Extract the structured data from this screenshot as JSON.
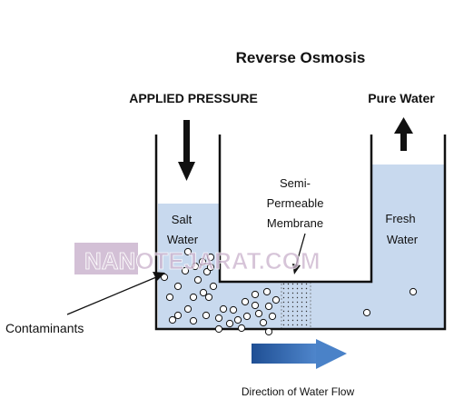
{
  "title": "Reverse Osmosis",
  "labels": {
    "applied_pressure": "APPLIED PRESSURE",
    "pure_water": "Pure Water",
    "salt_water": [
      "Salt",
      "Water"
    ],
    "membrane": [
      "Semi-",
      "Permeable",
      "Membrane"
    ],
    "fresh_water": [
      "Fresh",
      "Water"
    ],
    "contaminants": "Contaminants",
    "direction": "Direction of Water Flow"
  },
  "watermark": "NANOTEJARAT.COM",
  "colors": {
    "water": "#c8d9ee",
    "outline": "#111111",
    "flow_arrow": "#2f62a8",
    "watermark": "#cdb6cf"
  },
  "icons": {
    "pressure": "arrow-down-icon",
    "pure": "arrow-up-icon",
    "flow": "arrow-right-icon"
  }
}
